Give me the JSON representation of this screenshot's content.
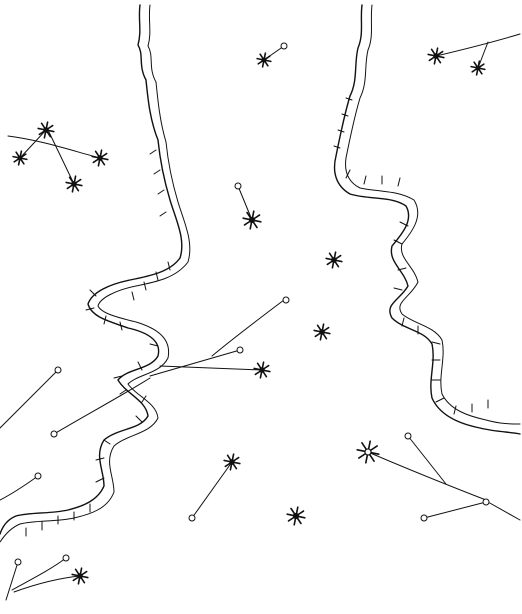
{
  "colors": {
    "background": "#ffffff",
    "ink": "#111111"
  },
  "stars": [
    {
      "id": "s1",
      "kind": "star",
      "icon": "star-burst-icon"
    },
    {
      "id": "s2",
      "kind": "star",
      "icon": "star-burst-icon"
    },
    {
      "id": "s3",
      "kind": "star",
      "icon": "star-burst-icon"
    },
    {
      "id": "s4",
      "kind": "star",
      "icon": "star-burst-icon"
    },
    {
      "id": "s5",
      "kind": "star",
      "icon": "star-burst-icon"
    },
    {
      "id": "s6",
      "kind": "star",
      "icon": "star-burst-icon"
    },
    {
      "id": "s7",
      "kind": "star",
      "icon": "star-burst-icon"
    },
    {
      "id": "s8",
      "kind": "star",
      "icon": "star-burst-icon"
    },
    {
      "id": "s9",
      "kind": "star",
      "icon": "star-burst-icon"
    },
    {
      "id": "s10",
      "kind": "star",
      "icon": "star-burst-icon"
    },
    {
      "id": "s11",
      "kind": "star",
      "icon": "star-burst-icon"
    },
    {
      "id": "s12",
      "kind": "star",
      "icon": "star-burst-icon"
    },
    {
      "id": "s13",
      "kind": "star",
      "icon": "star-burst-icon"
    },
    {
      "id": "s14",
      "kind": "star",
      "icon": "star-burst-icon"
    },
    {
      "id": "s15",
      "kind": "star",
      "icon": "star-burst-icon"
    }
  ],
  "features": [
    {
      "id": "left-coastline",
      "kind": "wavy-coastline"
    },
    {
      "id": "right-coastline",
      "kind": "wavy-coastline"
    }
  ]
}
